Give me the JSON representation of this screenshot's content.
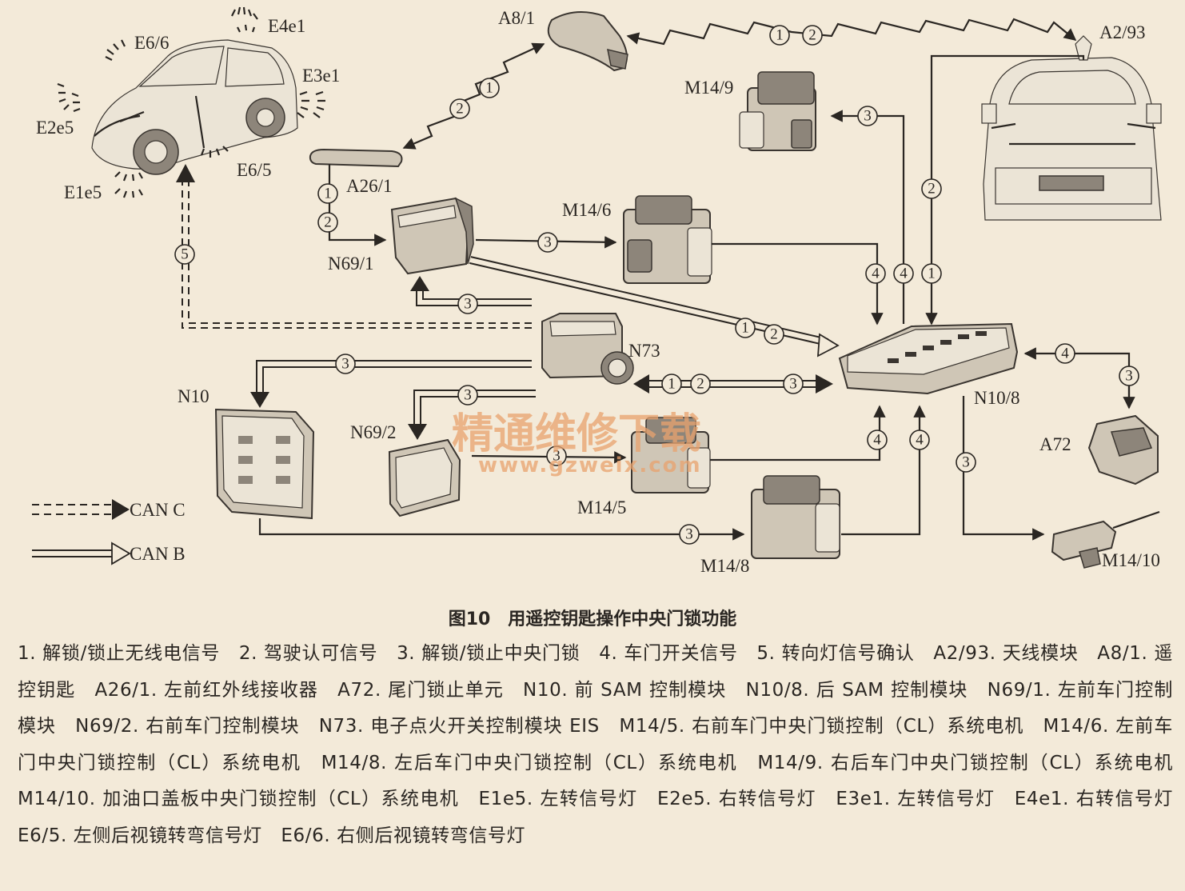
{
  "labels": {
    "A8_1": "A8/1",
    "A2_93": "A2/93",
    "M14_9": "M14/9",
    "E4e1": "E4e1",
    "E6_6": "E6/6",
    "E3e1": "E3e1",
    "E2e5": "E2e5",
    "E6_5": "E6/5",
    "E1e5": "E1e5",
    "A26_1": "A26/1",
    "M14_6": "M14/6",
    "N69_1": "N69/1",
    "N73": "N73",
    "N10": "N10",
    "N10_8": "N10/8",
    "A72": "A72",
    "N69_2": "N69/2",
    "M14_5": "M14/5",
    "M14_8": "M14/8",
    "M14_10": "M14/10"
  },
  "signals": {
    "s1": "1",
    "s2": "2",
    "s3": "3",
    "s4": "4",
    "s5": "5"
  },
  "legend": {
    "can_c": "CAN C",
    "can_b": "CAN B"
  },
  "watermark": {
    "cn": "精通维修下载",
    "url": "www.gzweix.com"
  },
  "caption": {
    "title": "图10　用遥控钥匙操作中央门锁功能",
    "body": "1. 解锁/锁止无线电信号　2. 驾驶认可信号　3. 解锁/锁止中央门锁　4. 车门开关信号　5. 转向灯信号确认　A2/93. 天线模块　A8/1. 遥控钥匙　A26/1. 左前红外线接收器　A72. 尾门锁止单元　N10. 前 SAM 控制模块　N10/8. 后 SAM 控制模块　N69/1. 左前车门控制模块　N69/2. 右前车门控制模块　N73. 电子点火开关控制模块 EIS　M14/5. 右前车门中央门锁控制（CL）系统电机　M14/6. 左前车门中央门锁控制（CL）系统电机　M14/8. 左后车门中央门锁控制（CL）系统电机　M14/9. 右后车门中央门锁控制（CL）系统电机　M14/10. 加油口盖板中央门锁控制（CL）系统电机　E1e5. 左转信号灯　E2e5. 右转信号灯　E3e1. 左转信号灯　E4e1. 右转信号灯　E6/5. 左侧后视镜转弯信号灯　E6/6. 右侧后视镜转弯信号灯"
  }
}
